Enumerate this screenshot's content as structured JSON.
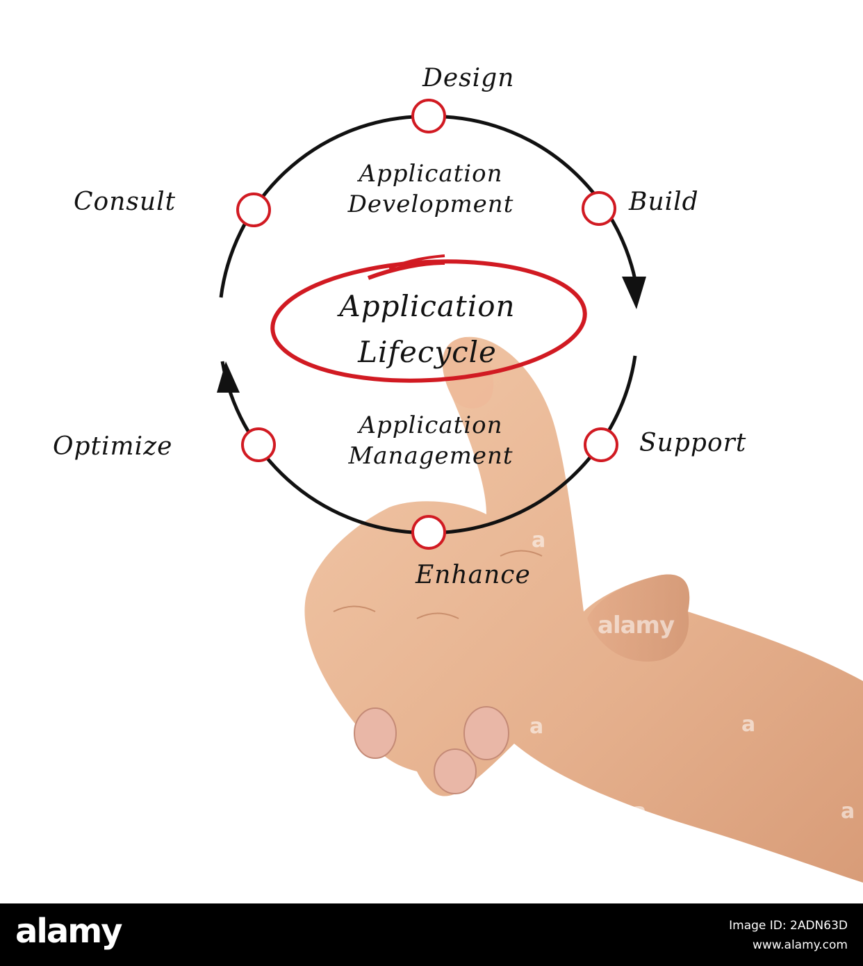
{
  "diagram": {
    "center_title": [
      "Application",
      "Lifecycle"
    ],
    "upper_section": [
      "Application",
      "Development"
    ],
    "lower_section": [
      "Application",
      "Management"
    ],
    "nodes": [
      "Design",
      "Build",
      "Support",
      "Enhance",
      "Optimize",
      "Consult"
    ],
    "colors": {
      "accent": "#d11a22",
      "ring": "#111111"
    }
  },
  "watermarks": [
    "alamy",
    "a",
    "a",
    "a",
    "a",
    "a",
    "alamy"
  ],
  "footer": {
    "logo": "alamy",
    "image_id": "Image ID: 2ADN63D",
    "url": "www.alamy.com"
  }
}
